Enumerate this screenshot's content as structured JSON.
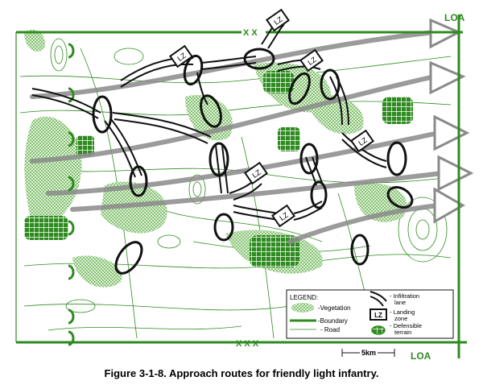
{
  "caption": "Figure 3-1-8. Approach routes for friendly light infantry.",
  "map_labels": {
    "loa_top": "LOA",
    "loa_bottom": "LOA",
    "boundary_top": "X X",
    "boundary_bottom": "X X X",
    "scale": "5km",
    "lz": "LZ"
  },
  "legend": {
    "title": "LEGEND:",
    "items": {
      "vegetation": "-Vegetation",
      "boundary": "-Boundary",
      "road": "- Road",
      "infiltration": "Infiltration lane",
      "landing_zone": "Landing zone",
      "defensible": "Defensible terrain"
    }
  },
  "colors": {
    "green": "#2e8b1f",
    "light_green": "#8fc77a",
    "gray": "#8a8a8a",
    "black": "#111111"
  }
}
